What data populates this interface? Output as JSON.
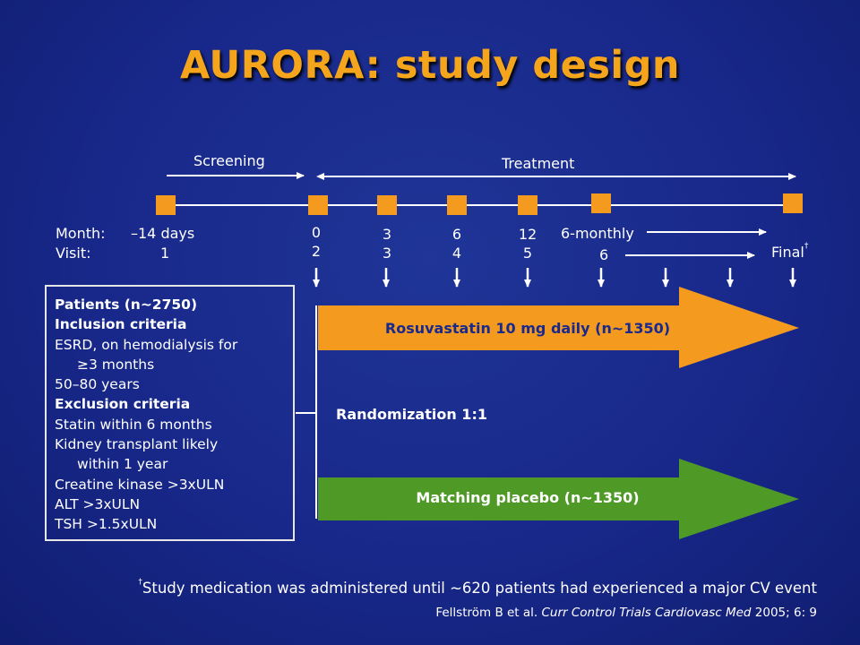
{
  "title": "AURORA: study design",
  "timeline": {
    "screening_label": "Screening",
    "treatment_label": "Treatment",
    "month_label": "Month:",
    "visit_label": "Visit:",
    "screening_month": "–14 days",
    "screening_visit": "1",
    "visits": [
      {
        "month": "0",
        "visit": "2"
      },
      {
        "month": "3",
        "visit": "3"
      },
      {
        "month": "6",
        "visit": "4"
      },
      {
        "month": "12",
        "visit": "5"
      }
    ],
    "six_monthly_label": "6-monthly",
    "six_monthly_visit": "6",
    "final_label": "Final",
    "final_dagger": "†"
  },
  "criteria": {
    "patients": "Patients (n~2750)",
    "inclusion_heading": "Inclusion criteria",
    "inclusion_1a": "ESRD, on hemodialysis for",
    "inclusion_1b": "≥3 months",
    "inclusion_2": "50–80 years",
    "exclusion_heading": "Exclusion criteria",
    "exclusion_1": "Statin within 6 months",
    "exclusion_2a": "Kidney transplant likely",
    "exclusion_2b": "within 1 year",
    "exclusion_3": "Creatine kinase >3xULN",
    "exclusion_4": "ALT >3xULN",
    "exclusion_5": "TSH >1.5xULN"
  },
  "arms": {
    "treatment": "Rosuvastatin 10 mg daily (n~1350)",
    "placebo": "Matching placebo (n~1350)",
    "randomization": "Randomization 1:1"
  },
  "footnote": {
    "dagger": "†",
    "text": "Study medication was administered until ~620 patients had experienced a major CV event"
  },
  "citation": {
    "authors": "Fellström B et al.",
    "journal": "Curr Control Trials Cardiovasc Med",
    "details": "2005; 6: 9"
  },
  "colors": {
    "title": "#f4a51c",
    "treatment_arrow": "#f49b1f",
    "placebo_arrow": "#4f9a27",
    "marker": "#f49b1f",
    "background": "#18288a"
  }
}
